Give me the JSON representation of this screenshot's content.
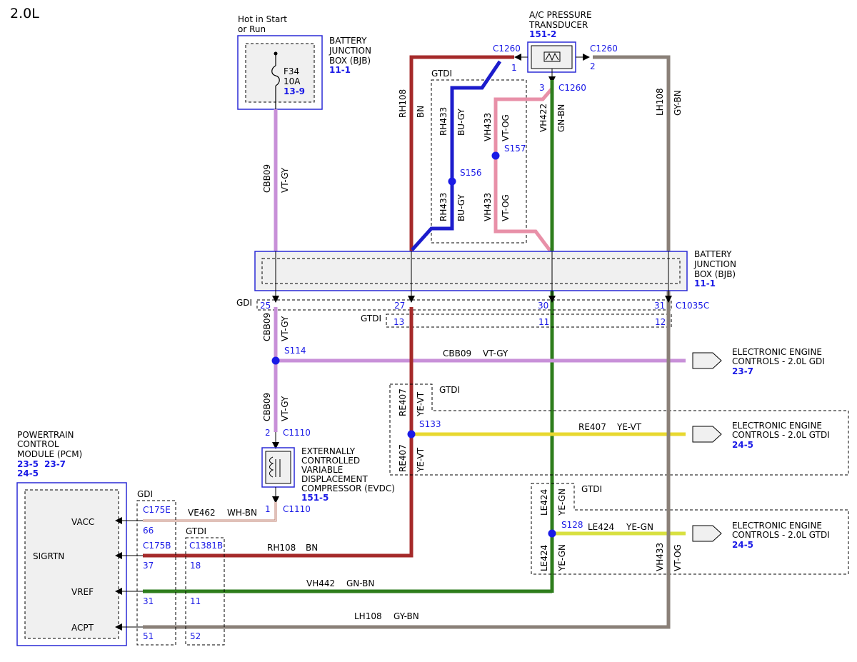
{
  "page": {
    "title": "2.0L"
  },
  "components": {
    "bjb_top": {
      "lines": [
        "BATTERY",
        "JUNCTION",
        "BOX (BJB)"
      ],
      "ref": "11-1",
      "power_lines": [
        "Hot in Start",
        "or Run"
      ],
      "fuse": "F34",
      "fuse_rating": "10A",
      "fuse_ref": "13-9"
    },
    "ac_transducer": {
      "lines": [
        "A/C PRESSURE",
        "TRANSDUCER"
      ],
      "ref": "151-2"
    },
    "bjb_mid": {
      "lines": [
        "BATTERY",
        "JUNCTION",
        "BOX (BJB)"
      ],
      "ref": "11-1"
    },
    "pcm": {
      "lines": [
        "POWERTRAIN",
        "CONTROL",
        "MODULE (PCM)"
      ],
      "refs": [
        "23-5",
        "23-7",
        "24-5"
      ],
      "pins": [
        "VACC",
        "SIGRTN",
        "VREF",
        "ACPT"
      ]
    },
    "evdc": {
      "lines": [
        "EXTERNALLY",
        "CONTROLLED",
        "VARIABLE",
        "DISPLACEMENT",
        "COMPRESSOR (EVDC)"
      ],
      "ref": "151-5"
    },
    "eec_gdi": {
      "lines": [
        "ELECTRONIC ENGINE",
        "CONTROLS - 2.0L GDI"
      ],
      "ref": "23-7"
    },
    "eec_gtdi_1": {
      "lines": [
        "ELECTRONIC ENGINE",
        "CONTROLS - 2.0L GTDI"
      ],
      "ref": "24-5"
    },
    "eec_gtdi_2": {
      "lines": [
        "ELECTRONIC ENGINE",
        "CONTROLS - 2.0L GTDI"
      ],
      "ref": "24-5"
    }
  },
  "connectors": {
    "c1260_left": "C1260",
    "c1260_right": "C1260",
    "c1260_bottom": "C1260",
    "c1035c": "C1035C",
    "c1110_top": "C1110",
    "c1110_bottom": "C1110",
    "c175e": "C175E",
    "c175b": "C175B",
    "c1381b": "C1381B"
  },
  "pins": {
    "c1260_1": "1",
    "c1260_2": "2",
    "c1260_3": "3",
    "gdi_25": "25",
    "gdi_27": "27",
    "gdi_30": "30",
    "gdi_31": "31",
    "gtdi_13": "13",
    "gtdi_11": "11",
    "gtdi_12": "12",
    "c1110_2": "2",
    "c1110_1": "1",
    "c175e_66": "66",
    "c175b_37": "37",
    "c175b_31": "31",
    "c175b_51": "51",
    "c1381b_18": "18",
    "c1381b_11": "11",
    "c1381b_52": "52"
  },
  "splices": {
    "s114": "S114",
    "s133": "S133",
    "s128": "S128",
    "s156": "S156",
    "s157": "S157"
  },
  "variant_labels": {
    "gdi": "GDI",
    "gtdi": "GTDI"
  },
  "wires": {
    "rh108": {
      "circuit": "RH108",
      "color": "BN",
      "hex": "#a52a2a"
    },
    "rh433": {
      "circuit": "RH433",
      "color": "BU-GY",
      "hex": "#1c1ccc"
    },
    "vh433": {
      "circuit": "VH433",
      "color": "VT-OG",
      "hex": "#e890a8"
    },
    "vh422": {
      "circuit": "VH422",
      "color": "GN-BN",
      "hex": "#2e7d1c"
    },
    "lh108": {
      "circuit": "LH108",
      "color": "GY-BN",
      "hex": "#8a8078"
    },
    "cbb09": {
      "circuit": "CBB09",
      "color": "VT-GY",
      "hex": "#c890d8"
    },
    "re407": {
      "circuit": "RE407",
      "color": "YE-VT",
      "hex": "#e8d830"
    },
    "le424": {
      "circuit": "LE424",
      "color": "YE-GN",
      "hex": "#d8e040"
    },
    "ve462": {
      "circuit": "VE462",
      "color": "WH-BN",
      "hex": "#c08070"
    },
    "vh442": {
      "circuit": "VH442",
      "color": "GN-BN",
      "hex": "#2e7d1c"
    }
  }
}
